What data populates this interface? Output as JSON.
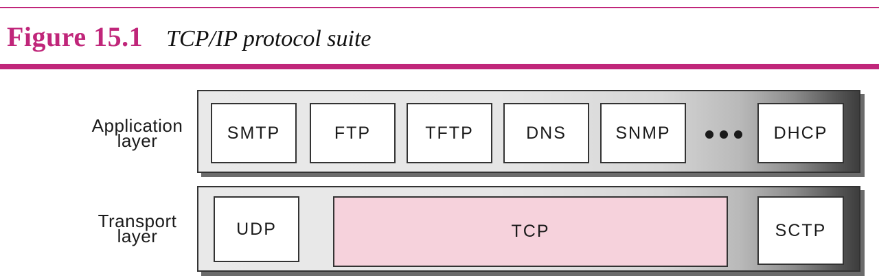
{
  "figure": {
    "label": "Figure 15.1",
    "caption": "TCP/IP protocol suite"
  },
  "layers": {
    "application": {
      "label_line1": "Application",
      "label_line2": "layer",
      "protocols": [
        "SMTP",
        "FTP",
        "TFTP",
        "DNS",
        "SNMP",
        "DHCP"
      ],
      "more_indicator": "..."
    },
    "transport": {
      "label_line1": "Transport",
      "label_line2": "layer",
      "protocols": [
        "UDP",
        "TCP",
        "SCTP"
      ]
    }
  },
  "colors": {
    "accent": "#c0267a",
    "tcp_fill": "#f6d2dc"
  }
}
